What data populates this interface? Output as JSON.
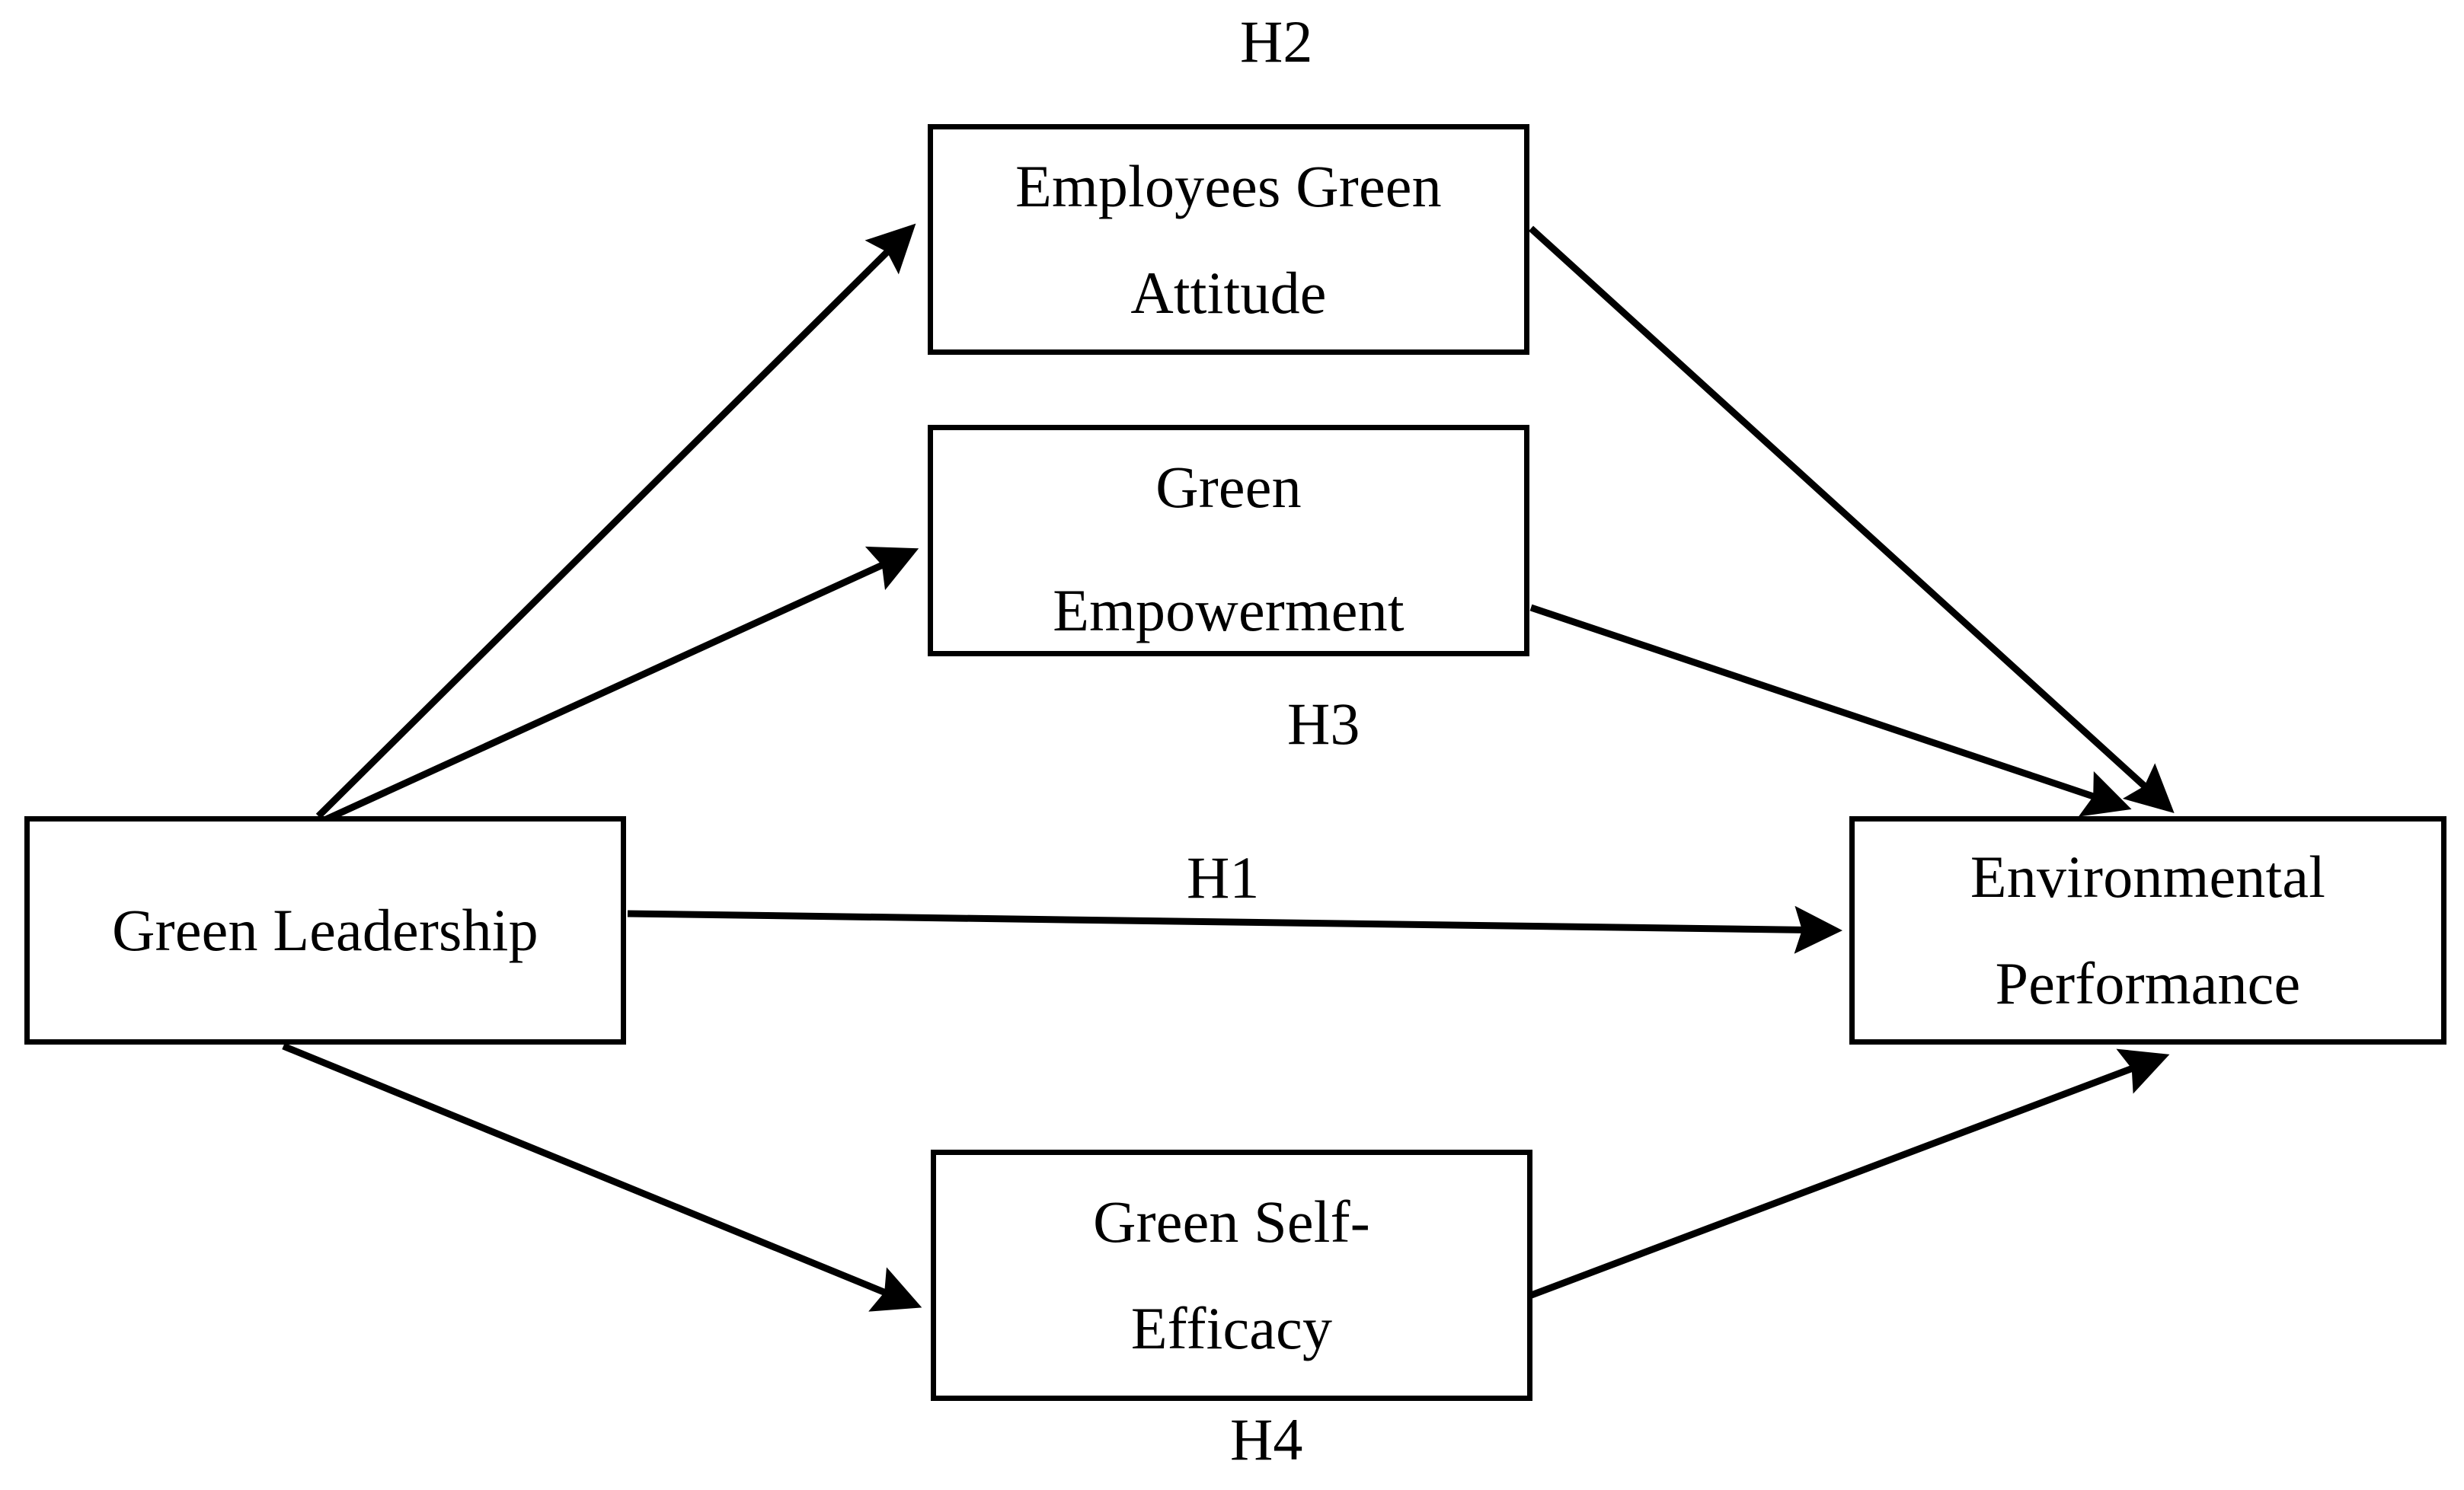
{
  "diagram": {
    "type": "conceptual-framework",
    "title": "",
    "nodes": [
      {
        "id": "green-leadership",
        "label": "Green Leadership",
        "lines": [
          "Green Leadership"
        ],
        "role": "independent-variable"
      },
      {
        "id": "employees-green-attitude",
        "label": "Employees Green Attitude",
        "lines": [
          "Employees Green",
          "Attitude"
        ],
        "role": "mediator"
      },
      {
        "id": "green-empowerment",
        "label": "Green Empowerment",
        "lines": [
          "Green",
          "Empowerment"
        ],
        "role": "mediator"
      },
      {
        "id": "green-self-efficacy",
        "label": "Green Self-Efficacy",
        "lines": [
          "Green Self-",
          "Efficacy"
        ],
        "role": "mediator"
      },
      {
        "id": "environmental-performance",
        "label": "Environmental Performance",
        "lines": [
          "Environmental",
          "Performance"
        ],
        "role": "dependent-variable"
      }
    ],
    "hypotheses": [
      {
        "id": "H1",
        "label": "H1",
        "from": "green-leadership",
        "to": "environmental-performance"
      },
      {
        "id": "H2",
        "label": "H2",
        "from": "green-leadership",
        "to": "environmental-performance",
        "via": "employees-green-attitude"
      },
      {
        "id": "H3",
        "label": "H3",
        "from": "green-leadership",
        "to": "environmental-performance",
        "via": "green-empowerment"
      },
      {
        "id": "H4",
        "label": "H4",
        "from": "green-leadership",
        "to": "environmental-performance",
        "via": "green-self-efficacy"
      }
    ],
    "colors": {
      "stroke": "#000000",
      "fill": "#ffffff",
      "text": "#000000"
    }
  }
}
